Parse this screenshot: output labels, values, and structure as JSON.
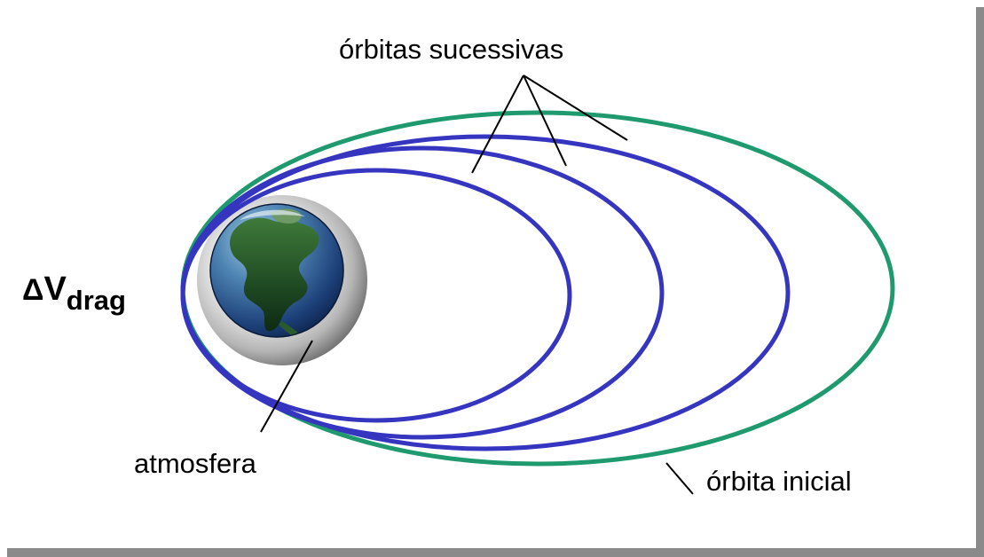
{
  "labels": {
    "successive_orbits": "órbitas sucessivas",
    "initial_orbit": "órbita inicial",
    "atmosphere": "atmosfera",
    "delta_symbol": "Δ",
    "velocity_symbol": "V",
    "velocity_subscript": "drag"
  },
  "colors": {
    "initial_orbit": "#1e9a6e",
    "successive_orbits": "#3535c0",
    "frame_shadow": "#8a8a8a",
    "leader_lines": "#000000"
  },
  "icons": {
    "planet": "earth-globe-icon"
  }
}
